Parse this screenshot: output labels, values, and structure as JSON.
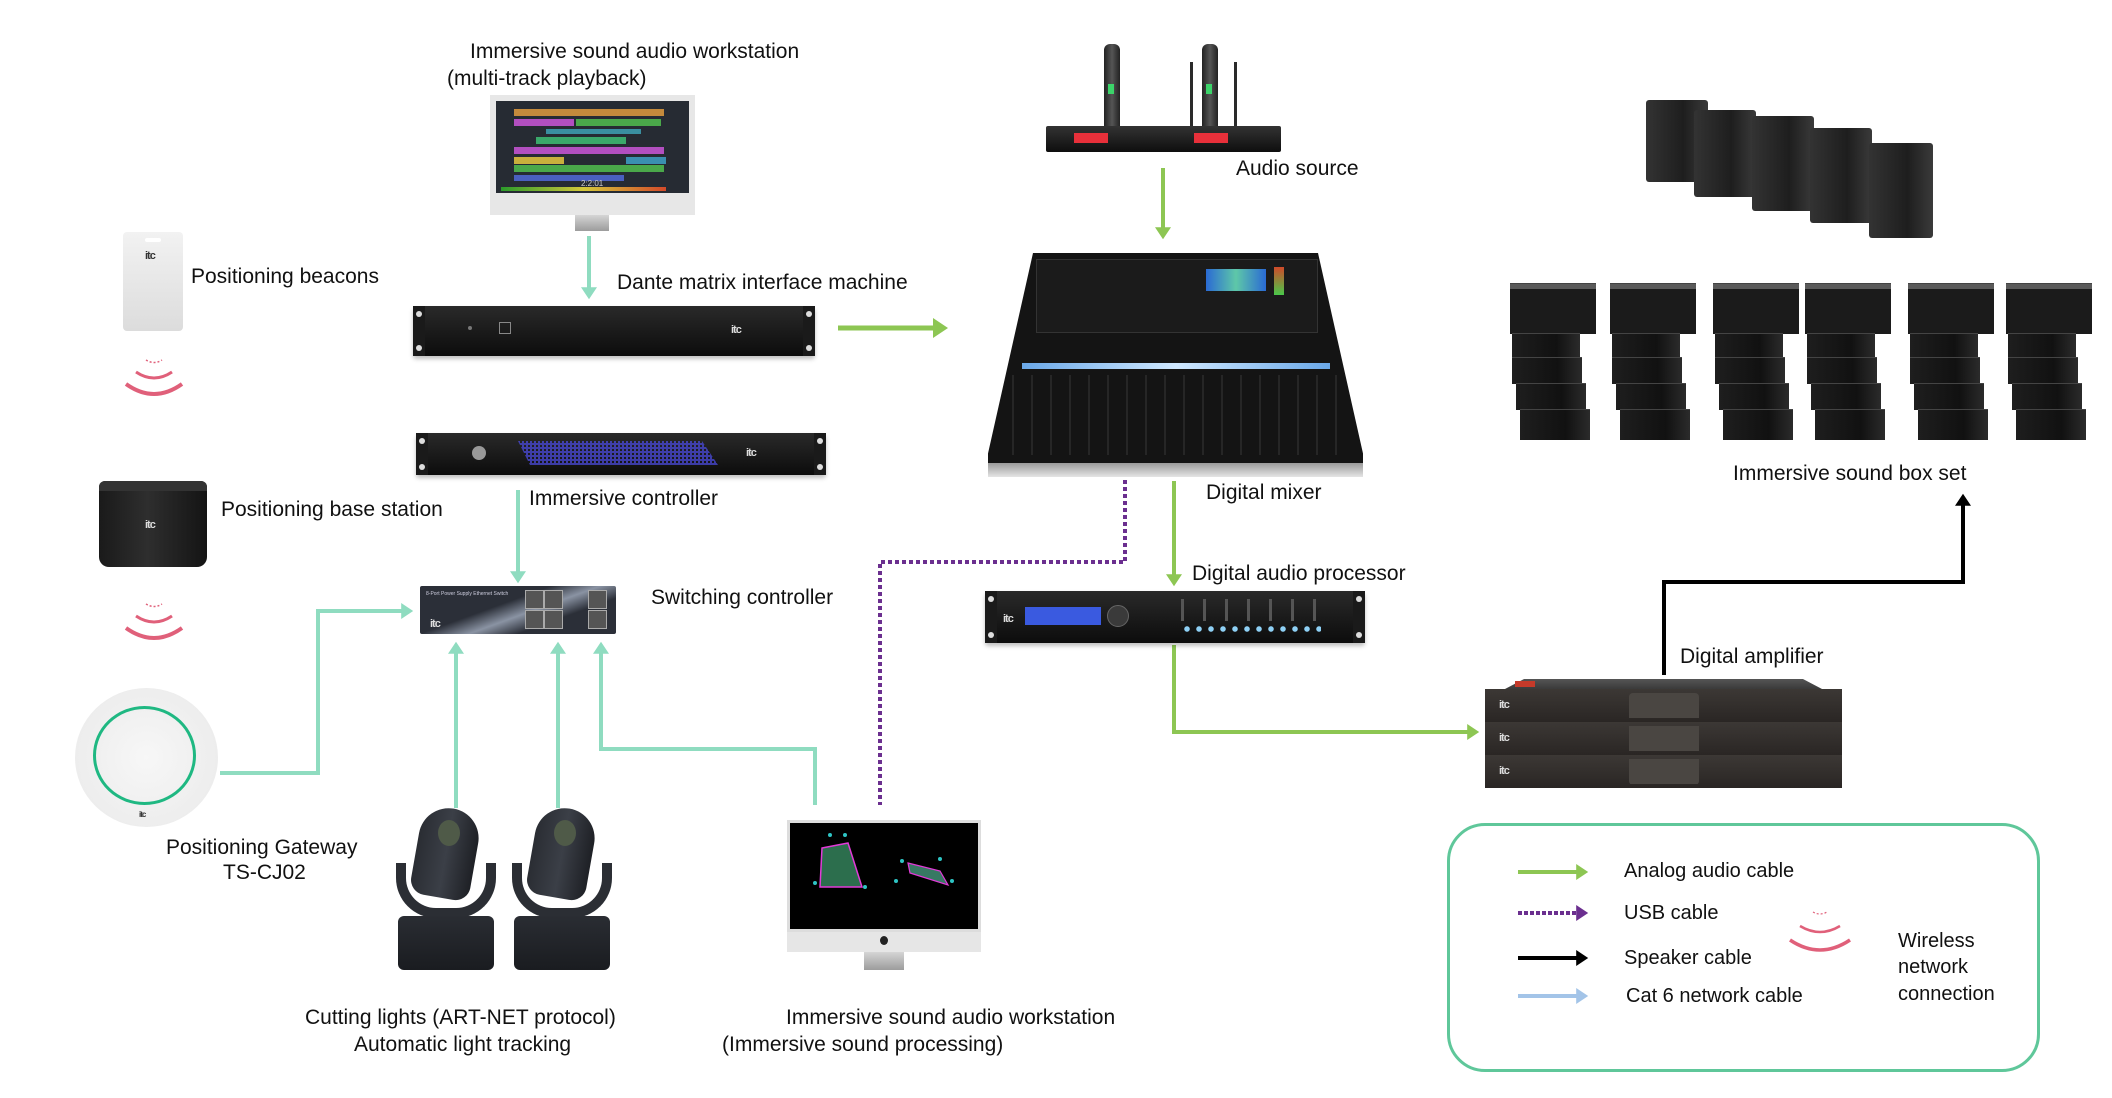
{
  "diagram": {
    "type": "immersive-sound-system-topology",
    "colors": {
      "analog_audio": "#8dc653",
      "usb": "#6b2f8f",
      "speaker": "#000000",
      "cat6_network": "#8fdcc0",
      "legend_cat6": "#a3c4e8",
      "wireless": "#e0607a",
      "legend_border": "#5fc79a"
    },
    "nodes": {
      "workstation_playback": {
        "label_line1": "Immersive sound audio workstation",
        "label_line2": "(multi-track playback)",
        "screen_time": "2:2:01"
      },
      "positioning_beacons": {
        "label": "Positioning beacons"
      },
      "dante_matrix": {
        "label": "Dante matrix interface machine"
      },
      "immersive_controller": {
        "label": "Immersive controller"
      },
      "positioning_base_station": {
        "label": "Positioning base station"
      },
      "switching_controller": {
        "label": "Switching controller",
        "device_text": "8-Port Power Supply Ethernet Switch"
      },
      "positioning_gateway": {
        "label_line1": "Positioning Gateway",
        "label_line2": "TS-CJ02"
      },
      "cutting_lights": {
        "label_line1": "Cutting lights (ART-NET protocol)",
        "label_line2": "Automatic light tracking"
      },
      "workstation_processing": {
        "label_line1": "Immersive sound audio workstation",
        "label_line2": "(Immersive sound processing)"
      },
      "audio_source": {
        "label": "Audio source"
      },
      "digital_mixer": {
        "label": "Digital mixer"
      },
      "digital_audio_processor": {
        "label": "Digital audio processor"
      },
      "digital_amplifier": {
        "label": "Digital amplifier"
      },
      "sound_box_set": {
        "label": "Immersive sound box set"
      },
      "brand_logo": "itc"
    },
    "connections": [
      {
        "from": "workstation_playback",
        "to": "dante_matrix",
        "type": "cat6_network"
      },
      {
        "from": "dante_matrix",
        "to": "digital_mixer",
        "type": "analog_audio"
      },
      {
        "from": "audio_source",
        "to": "digital_mixer",
        "type": "analog_audio"
      },
      {
        "from": "digital_mixer",
        "to": "digital_audio_processor",
        "type": "analog_audio"
      },
      {
        "from": "digital_audio_processor",
        "to": "digital_amplifier",
        "type": "analog_audio"
      },
      {
        "from": "digital_amplifier",
        "to": "sound_box_set",
        "type": "speaker"
      },
      {
        "from": "digital_mixer",
        "to": "workstation_processing",
        "type": "usb"
      },
      {
        "from": "immersive_controller",
        "to": "switching_controller",
        "type": "cat6_network"
      },
      {
        "from": "positioning_gateway",
        "to": "switching_controller",
        "type": "cat6_network"
      },
      {
        "from": "cutting_lights",
        "to": "switching_controller",
        "type": "cat6_network"
      },
      {
        "from": "workstation_processing",
        "to": "switching_controller",
        "type": "cat6_network"
      },
      {
        "from": "positioning_beacons",
        "to": "positioning_gateway",
        "type": "wireless"
      },
      {
        "from": "positioning_base_station",
        "to": "positioning_gateway",
        "type": "wireless"
      }
    ]
  },
  "legend": {
    "items": [
      {
        "label": "Analog audio cable",
        "type": "analog_audio"
      },
      {
        "label": "USB cable",
        "type": "usb"
      },
      {
        "label": "Speaker cable",
        "type": "speaker"
      },
      {
        "label": "Cat 6 network cable",
        "type": "cat6_network"
      }
    ],
    "wireless_label_line1": "Wireless",
    "wireless_label_line2": "network",
    "wireless_label_line3": "connection"
  }
}
